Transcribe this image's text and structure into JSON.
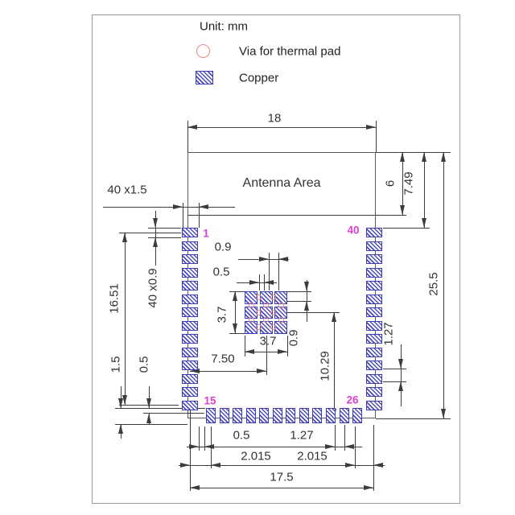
{
  "legend": {
    "unit": "Unit: mm",
    "via_label": "Via for thermal pad",
    "copper_label": "Copper"
  },
  "drawing": {
    "antenna_label": "Antenna Area"
  },
  "pins": {
    "pin1": "1",
    "pin40": "40",
    "pin15": "15",
    "pin26": "26"
  },
  "pads": {
    "left_count": 14,
    "right_count": 14,
    "bottom_count": 12,
    "thermal_grid_rows": 3,
    "thermal_grid_cols": 3,
    "thermal_via_count": 12
  },
  "dims": {
    "top_width": "18",
    "antenna_height": "6",
    "pad_top_offset": "7.49",
    "module_height": "25.5",
    "side_pad_spec": "40 x1.5",
    "side_pad_spec_v": "40 x0.9",
    "left_pad_span": "16.51",
    "via_offset_h1": "0.9",
    "via_offset_h2": "0.5",
    "thermal_width": "3.7",
    "thermal_height": "3.7",
    "thermal_offset_x": "7.50",
    "via_offset_v": "0.9",
    "thermal_offset_y": "10.29",
    "right_pitch": "1.27",
    "corner_pad_h": "1.5",
    "corner_gap": "0.5",
    "bottom_gap": "0.5",
    "bottom_pitch": "1.27",
    "bottom_margin_left": "2.015",
    "bottom_margin_right": "2.015",
    "bottom_span": "17.5"
  },
  "colors": {
    "copper_blue": "#4b4bc4",
    "via_red": "#e58a8a",
    "pin_magenta": "#de3fd0",
    "line_gray": "#3c3c3c"
  }
}
